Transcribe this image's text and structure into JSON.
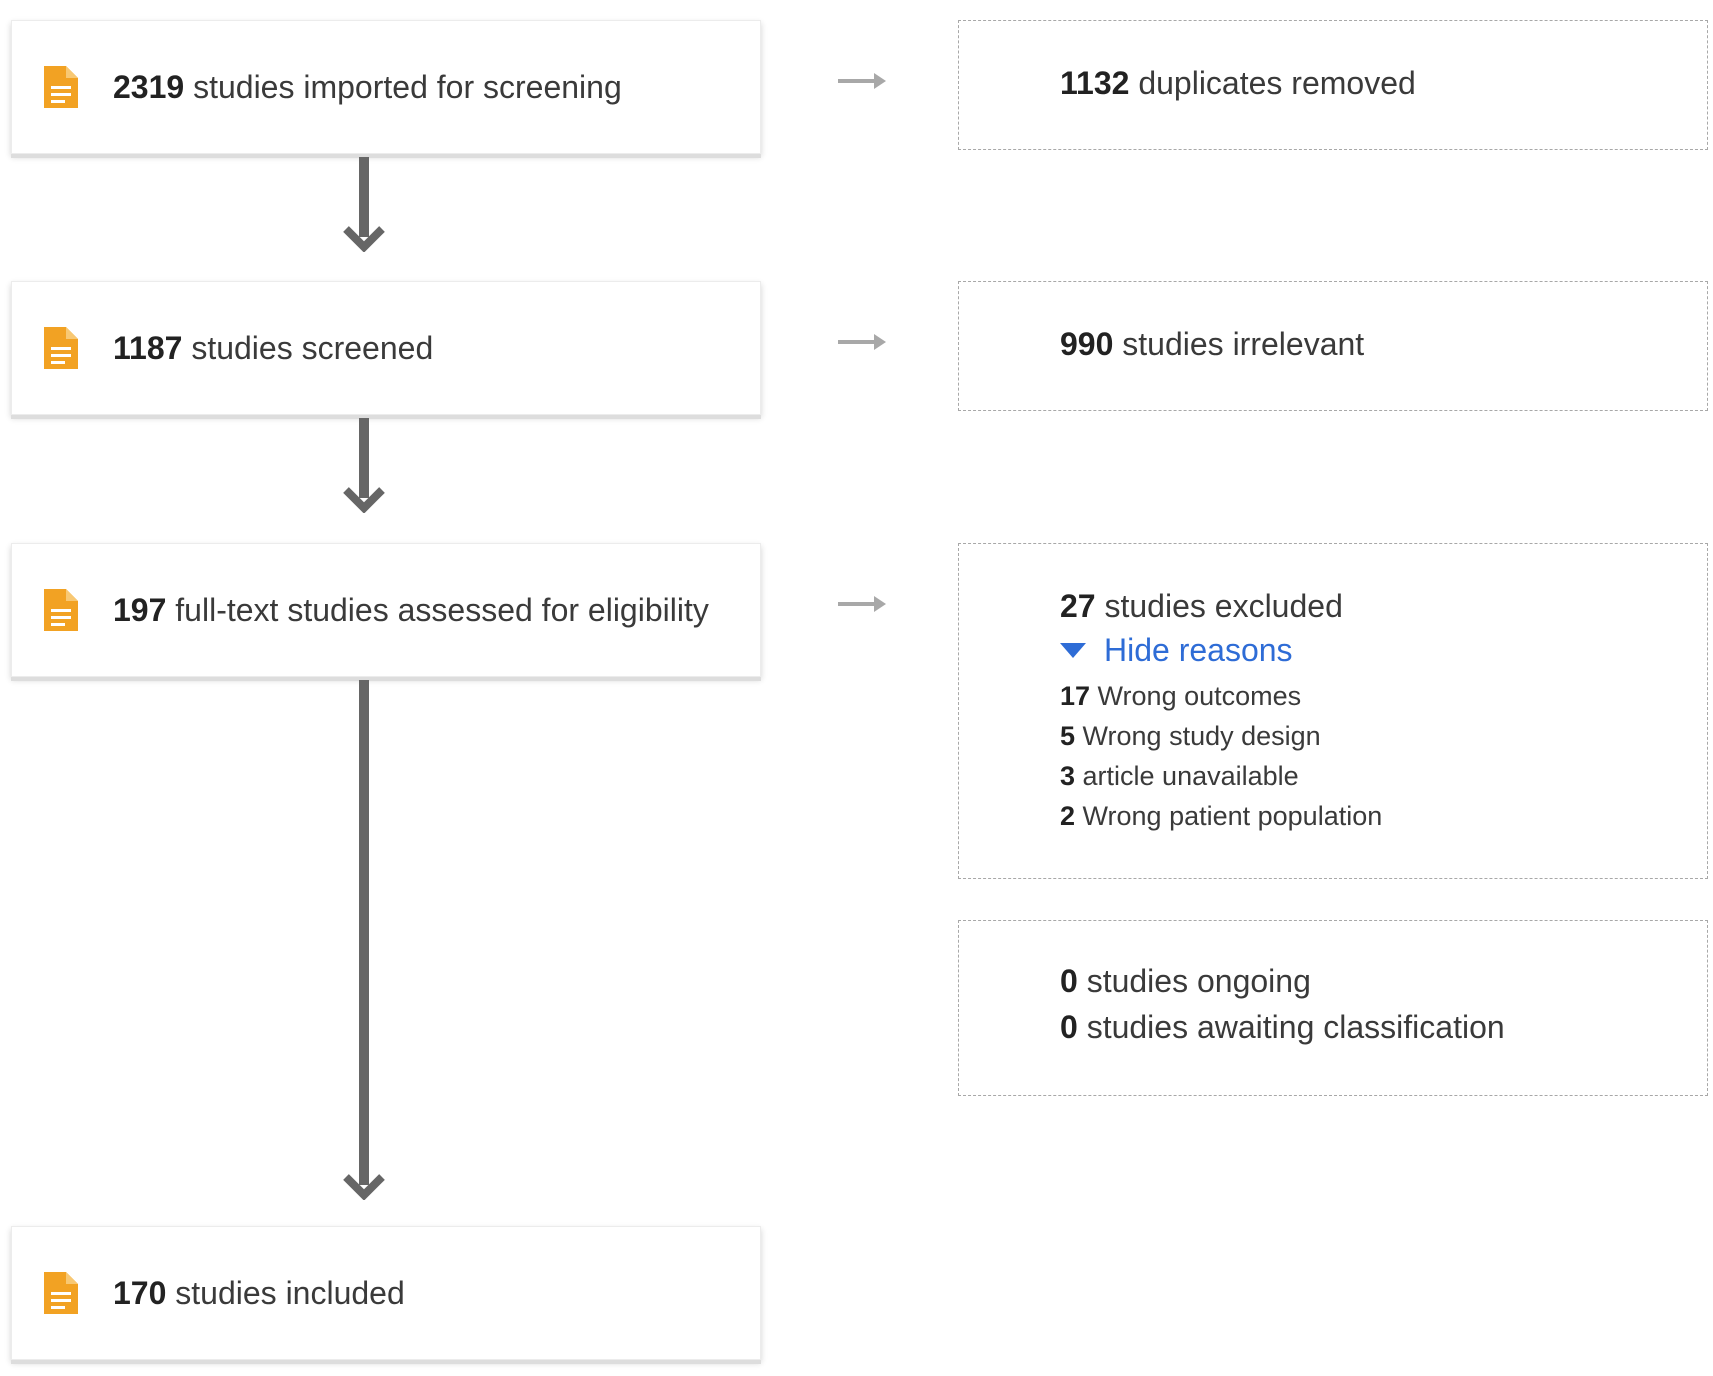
{
  "stages": [
    {
      "count": "2319",
      "label": " studies imported for screening"
    },
    {
      "count": "1187",
      "label": " studies screened"
    },
    {
      "count": "197",
      "label": " full-text studies assessed for eligibility"
    },
    {
      "count": "170",
      "label": " studies included"
    }
  ],
  "removed": [
    {
      "count": "1132",
      "label": " duplicates removed"
    },
    {
      "count": "990",
      "label": " studies irrelevant"
    }
  ],
  "excluded": {
    "count": "27",
    "label": " studies excluded",
    "toggle_label": "Hide reasons",
    "reasons": [
      {
        "count": "17",
        "label": " Wrong outcomes"
      },
      {
        "count": "5",
        "label": " Wrong study design"
      },
      {
        "count": "3",
        "label": " article unavailable"
      },
      {
        "count": "2",
        "label": " Wrong patient population"
      }
    ]
  },
  "other": [
    {
      "count": "0",
      "label": " studies ongoing"
    },
    {
      "count": "0",
      "label": " studies awaiting classification"
    }
  ],
  "colors": {
    "icon": "#f2a223",
    "link": "#2e6cd6",
    "arrow_main": "#666666",
    "arrow_side": "#a8a8a8"
  }
}
